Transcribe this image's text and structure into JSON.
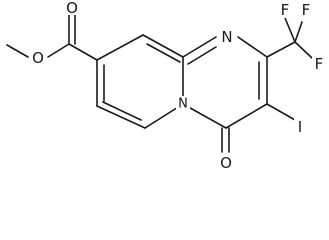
{
  "molecule": {
    "atoms": {
      "ester_oxygen": "O",
      "carbonyl_oxygen_ester": "O",
      "ring_nitrogen_top": "N",
      "ring_nitrogen_bridge": "N",
      "ketone_oxygen": "O",
      "iodine": "I",
      "fluorine_1": "F",
      "fluorine_2": "F",
      "fluorine_3": "F"
    }
  }
}
